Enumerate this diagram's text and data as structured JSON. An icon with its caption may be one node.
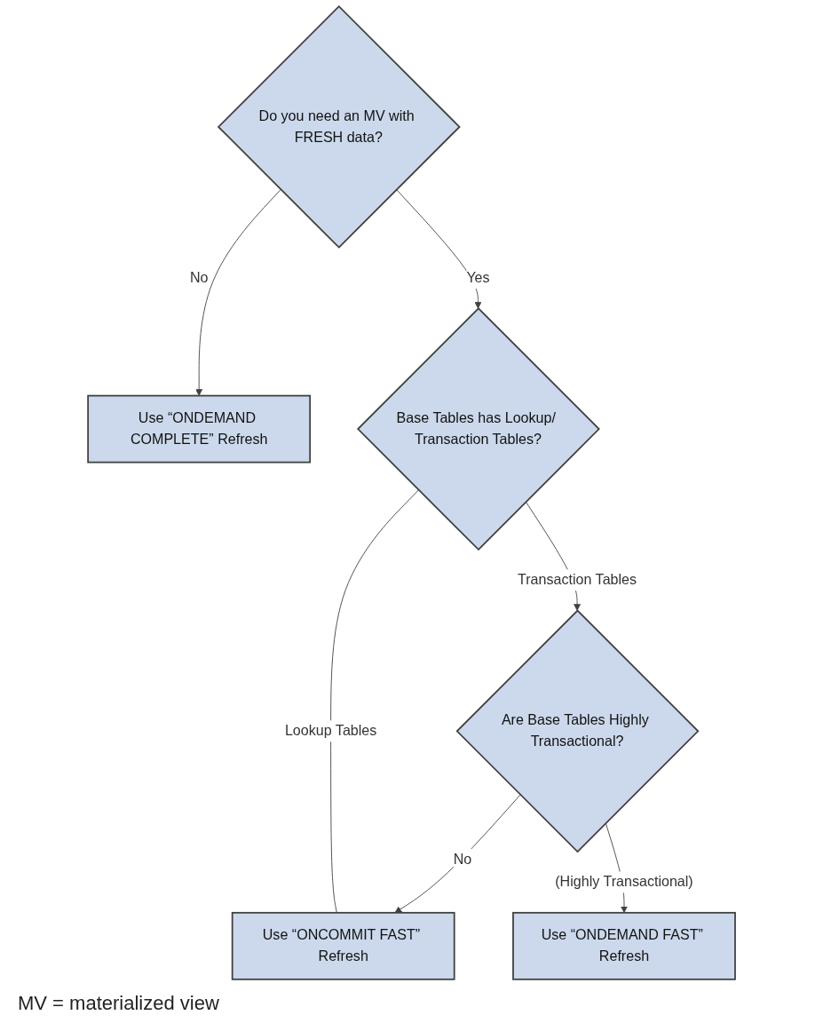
{
  "diagram": {
    "nodes": [
      {
        "text": [
          "Use “ONDEMAND COMPLETE” Refresh"
        ]
      },
      {
        "text": [
          "Do you need an MV with FRESH data?"
        ]
      },
      {
        "text": [
          "Base Tables has Lookup/ Transaction Tables?"
        ]
      },
      {
        "text": [
          "Use “ONCOMMIT FAST” Refresh"
        ]
      },
      {
        "text": [
          "Are Base Tables Highly Transactional?"
        ]
      },
      {
        "text": [
          "Use “ONDEMAND FAST” Refresh"
        ]
      }
    ],
    "edges": [
      {
        "from": 1,
        "to": 0,
        "arrow": "to",
        "label": "No"
      },
      {
        "from": 1,
        "to": 2,
        "arrow": "to",
        "label": "Yes"
      },
      {
        "from": 2,
        "to": 3,
        "arrow": "none",
        "label": "Lookup Tables"
      },
      {
        "from": 2,
        "to": 4,
        "arrow": "to",
        "label": "Transaction Tables"
      },
      {
        "from": 4,
        "to": 3,
        "arrow": "to",
        "label": "No"
      },
      {
        "from": 4,
        "to": 5,
        "arrow": "to",
        "label": "(Highly Transactional)"
      }
    ],
    "labels": [
      "MV = materialized view"
    ]
  }
}
